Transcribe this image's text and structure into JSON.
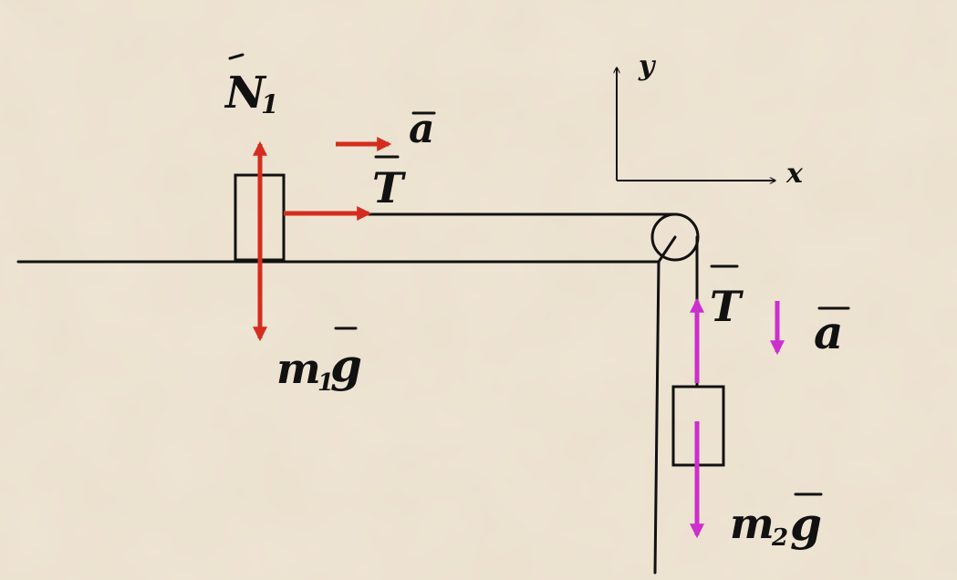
{
  "colors": {
    "paper": "#efe5d4",
    "ink": "#111111",
    "block1_forces": "#d42d1f",
    "block2_forces": "#cc2fcc"
  },
  "labels": {
    "normal_force": "N",
    "normal_force_subscript": "1",
    "tension_block1": "T",
    "acceleration_block1": "a",
    "weight_block1_mass": "m",
    "weight_block1_subscript": "1",
    "weight_block1_g": "g",
    "tension_block2": "T",
    "acceleration_block2": "a",
    "weight_block2_mass": "m",
    "weight_block2_subscript": "2",
    "weight_block2_g": "g",
    "axis_x": "x",
    "axis_y": "y"
  }
}
